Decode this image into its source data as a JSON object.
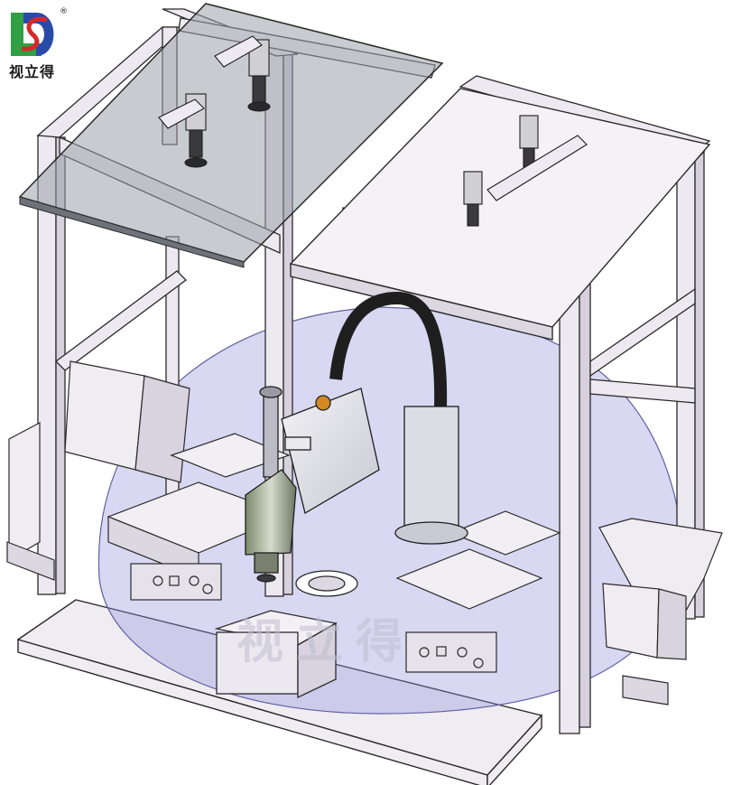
{
  "brand": {
    "logo_letters": "DLS",
    "name": "视立得",
    "registered_mark": "®",
    "watermark_text": "视立得"
  },
  "colors": {
    "frame_fill": "#ede9f0",
    "frame_stroke": "#2a2a2a",
    "glass_fill": "#9aa0a8",
    "work_envelope": "#8f8fdc",
    "robot_body": "#e4e4ea",
    "cable": "#1e1e1e",
    "logo_green": "#2fa043",
    "logo_red": "#d62a2a",
    "logo_blue": "#2a4aa8"
  }
}
